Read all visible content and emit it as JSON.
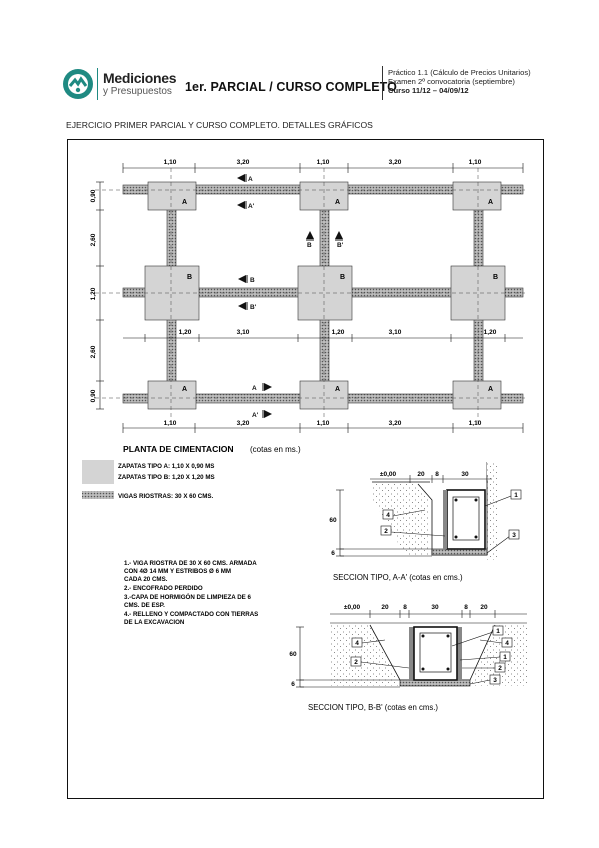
{
  "header": {
    "brand_name": "Mediciones",
    "brand_sub": "y Presupuestos",
    "title": "1er. PARCIAL / CURSO COMPLETO",
    "info_lines": [
      "Práctico 1.1 (Cálculo de Precios Unitarios)",
      "Examen 2º convocatoria (septiembre)",
      "Curso 11/12 – 04/09/12"
    ]
  },
  "subtitle": "EJERCICIO PRIMER PARCIAL Y CURSO COMPLETO. DETALLES GRÁFICOS",
  "plan": {
    "top_dims": [
      "1,10",
      "3,20",
      "1,10",
      "3,20",
      "1,10"
    ],
    "mid_dims": [
      "1,20",
      "3,10",
      "1,20",
      "3,10",
      "1,20"
    ],
    "bottom_dims": [
      "1,10",
      "3,20",
      "1,10",
      "3,20",
      "1,10"
    ],
    "left_dims": [
      "0,90",
      "2,60",
      "1,20",
      "2,60",
      "0,90"
    ],
    "label_a": "A",
    "label_b": "B",
    "sec_a": "A",
    "sec_a2": "A'",
    "sec_b": "B",
    "sec_b2": "B'",
    "title": "PLANTA DE CIMENTACION",
    "units": "(cotas en ms.)"
  },
  "legend": {
    "zapata_a": "ZAPATAS TIPO A: 1,10 X 0,90   MS",
    "zapata_b": "ZAPATAS TIPO B: 1,20 X 1,20   MS",
    "viga": "VIGAS RIOSTRAS: 30 X 60 CMS."
  },
  "notes": [
    "1.- VIGA RIOSTRA DE 30 X 60 CMS. ARMADA",
    "     CON 4Ø 14 MM Y ESTRIBOS Ø 6 MM",
    "     CADA 20 CMS.",
    "2.- ENCOFRADO PERDIDO",
    "3.-CAPA DE HORMIGÓN DE LIMPIEZA DE 6",
    "     CMS. DE ESP.",
    "4.- RELLENO Y COMPACTADO CON TIERRAS",
    "     DE LA EXCAVACION"
  ],
  "section_aa": {
    "dims": [
      "±0,00",
      "20",
      "8",
      "30"
    ],
    "height": "60",
    "base": "6",
    "callouts": [
      "1",
      "2",
      "3",
      "4"
    ],
    "caption": "SECCION TIPO, A-A' (cotas en cms.)"
  },
  "section_bb": {
    "dims": [
      "±0,00",
      "20",
      "8",
      "30",
      "8",
      "20"
    ],
    "height": "60",
    "base": "6",
    "callouts": [
      "1",
      "2",
      "3",
      "4"
    ],
    "caption": "SECCION TIPO, B-B' (cotas en cms.)"
  },
  "colors": {
    "footing": "#d4d4d4",
    "beam": "#a8a8a8",
    "frame": "#111111"
  }
}
